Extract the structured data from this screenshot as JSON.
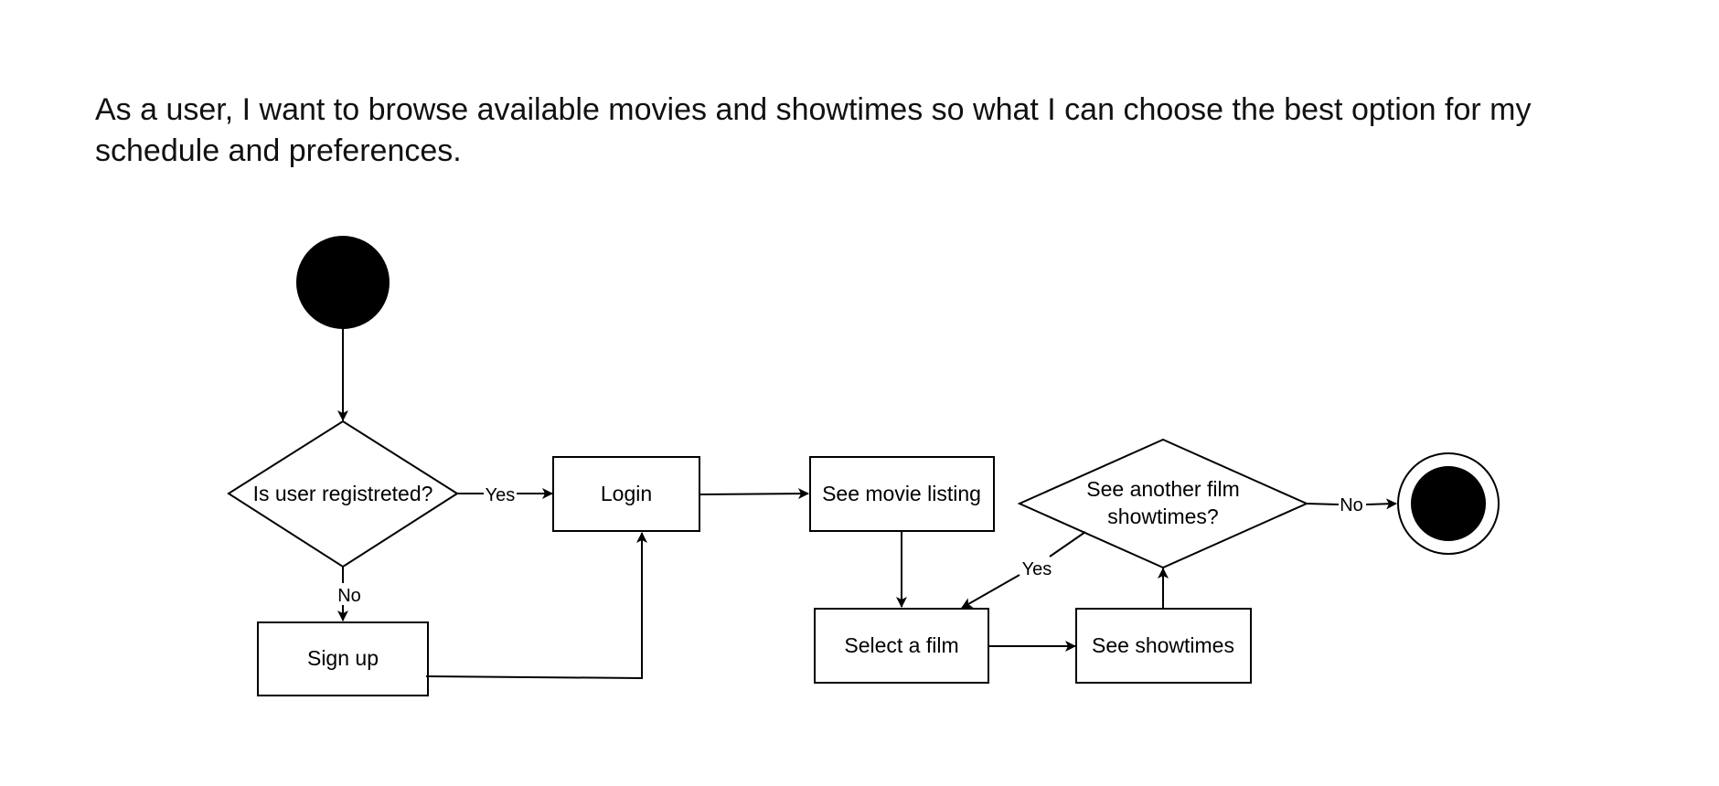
{
  "story_text": "As a user, I want to browse available movies and showtimes so what I can choose the best option for my schedule and preferences.",
  "nodes": {
    "decision_registered": {
      "label": "Is user registreted?"
    },
    "login": {
      "label": "Login"
    },
    "signup": {
      "label": "Sign up"
    },
    "movie_listing": {
      "label": "See movie listing"
    },
    "select_film": {
      "label": "Select a film"
    },
    "showtimes": {
      "label": "See showtimes"
    },
    "decision_another": {
      "label_line1": "See another film",
      "label_line2": "showtimes?"
    }
  },
  "edge_labels": {
    "registered_yes": "Yes",
    "registered_no": "No",
    "another_yes": "Yes",
    "another_no": "No"
  },
  "colors": {
    "stroke": "#000000",
    "fill": "#ffffff",
    "node_fill": "#000000"
  }
}
